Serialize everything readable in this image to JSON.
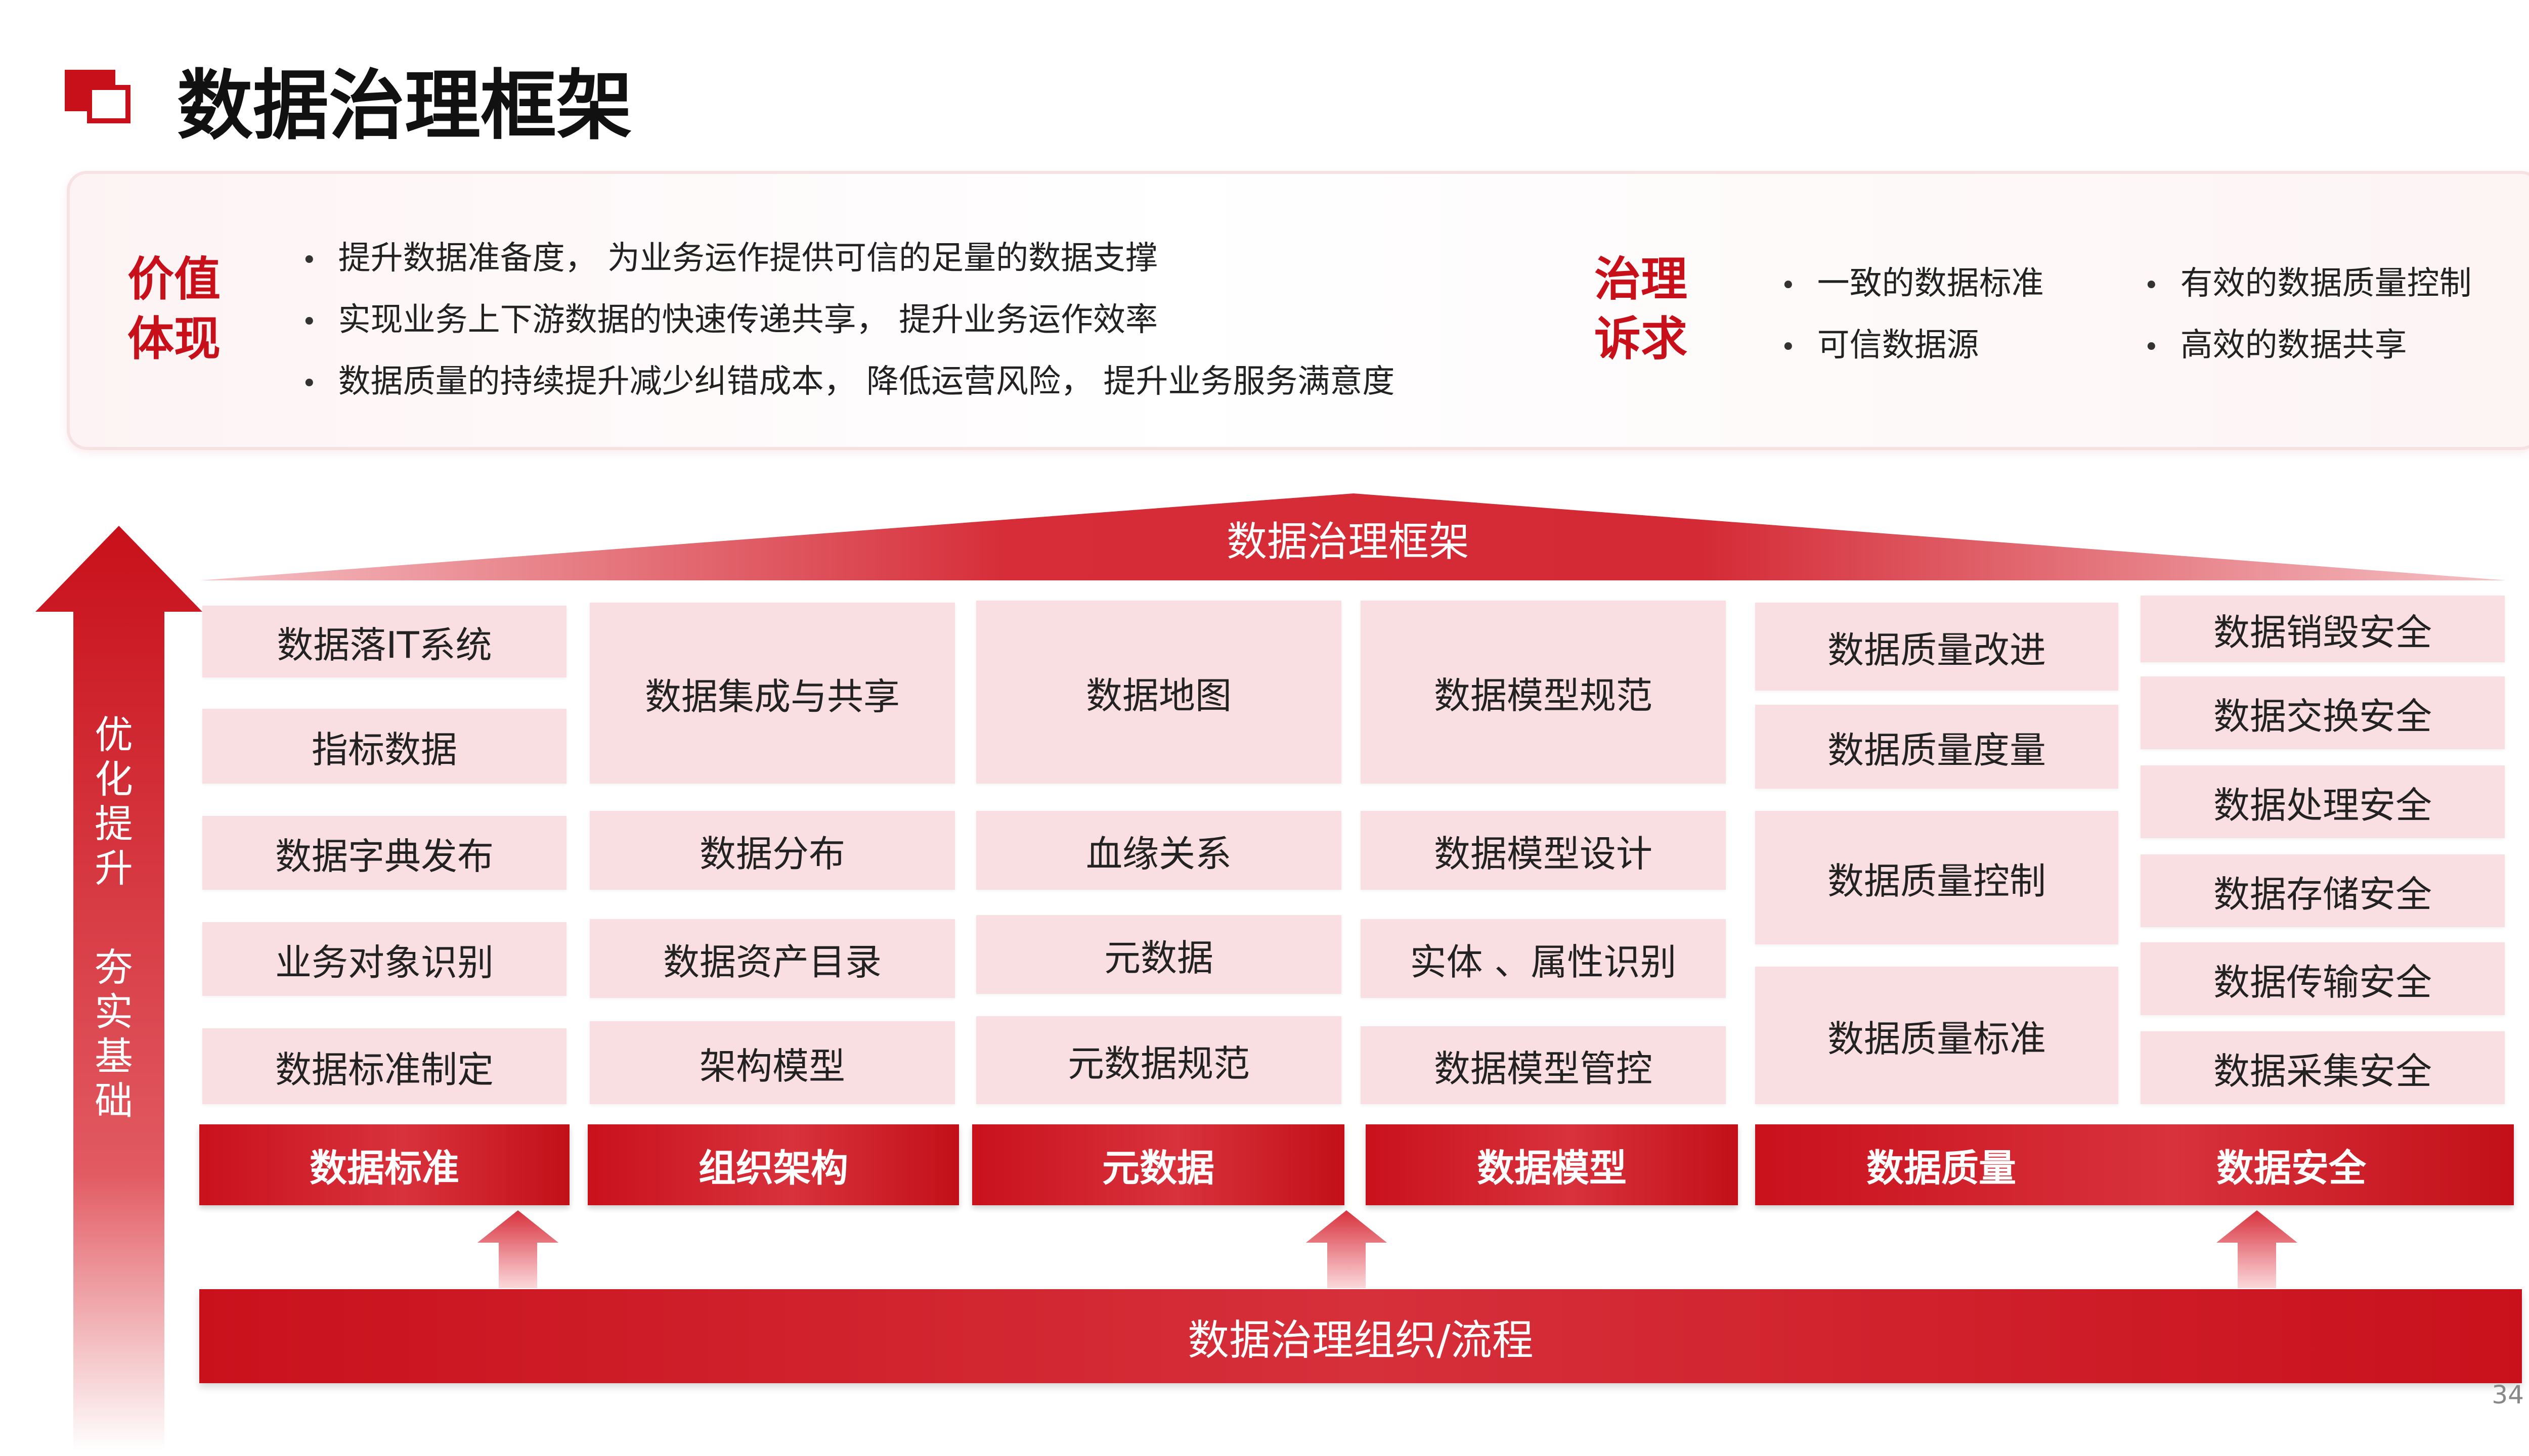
{
  "title": "数据治理框架",
  "value": {
    "title": "价值\n体现",
    "bullets": [
      "提升数据准备度，  为业务运作提供可信的足量的数据支撑",
      "实现业务上下游数据的快速传递共享，  提升业务运作效率",
      "数据质量的持续提升减少纠错成本，  降低运营风险，  提升业务服务满意度"
    ]
  },
  "demand": {
    "title": "治理\n诉求",
    "bullets": [
      "一致的数据标准",
      "可信数据源",
      "有效的数据质量控制",
      "高效的数据共享"
    ]
  },
  "roof_label": "数据治理框架",
  "side_arrow": {
    "top_text": "优化提升",
    "bottom_text": "夯实基础"
  },
  "columns": [
    {
      "label": "数据标准",
      "items": [
        "数据落IT系统",
        "指标数据",
        "数据字典发布",
        "业务对象识别",
        "数据标准制定"
      ]
    },
    {
      "label": "组织架构",
      "items": [
        "数据集成与共享",
        "数据分布",
        "数据资产目录",
        "架构模型"
      ]
    },
    {
      "label": "元数据",
      "items": [
        "数据地图",
        "血缘关系",
        "元数据",
        "元数据规范"
      ]
    },
    {
      "label": "数据模型",
      "items": [
        "数据模型规范",
        "数据模型设计",
        "实体 、属性识别",
        "数据模型管控"
      ]
    },
    {
      "label": "数据质量",
      "items": [
        "数据质量改进",
        "数据质量度量",
        "数据质量控制",
        "数据质量标准"
      ]
    },
    {
      "label": "数据安全",
      "items": [
        "数据销毁安全",
        "数据交换安全",
        "数据处理安全",
        "数据存储安全",
        "数据传输安全",
        "数据采集安全"
      ]
    }
  ],
  "bottom_bar": "数据治理组织/流程",
  "page_number": "34",
  "colors": {
    "brand_red": "#c8101a",
    "box_pink": "#f9dfe2"
  }
}
